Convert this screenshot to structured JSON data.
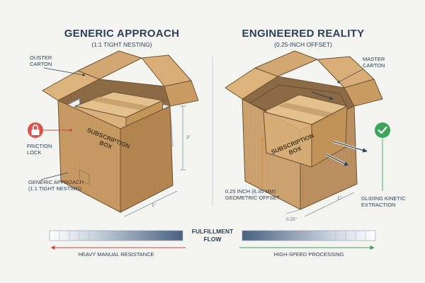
{
  "left": {
    "title": "GENERIC APPROACH",
    "subtitle": "(1:1 TIGHT NESTING)",
    "outer_label": [
      "OUSTER",
      "CARTON"
    ],
    "lock_label": [
      "FRICTION",
      "LOCK"
    ],
    "bottom_label": [
      "GENERIC APPROACH",
      "(1:1 TIGHT NESTING)"
    ],
    "box_label": [
      "SUBSCRIPTION",
      "BOX"
    ],
    "dim_height": "3\"",
    "dim_width": "1\""
  },
  "right": {
    "title": "ENGINEERED REALITY",
    "subtitle": "(0.25-INCH OFFSET)",
    "master_label": [
      "MASTER",
      "CARTON"
    ],
    "offset_label": [
      "0.25 INCH (6.35 MM)",
      "GEOMETRIC OFFSET"
    ],
    "gliding_label": [
      "GLIDING KINETIC",
      "EXTRACTION"
    ],
    "box_label": [
      "SUBSCRIPTION",
      "BOX"
    ],
    "dim_offset": "0.25\"",
    "dim_width": "1\""
  },
  "flow": {
    "label": [
      "FULFILLMENT",
      "FLOW"
    ],
    "left_caption": "HEAVY MANUAL RESISTANCE",
    "right_caption": "HIGH-SPEED PROCESSING"
  },
  "colors": {
    "carton_front": "#c89a63",
    "carton_side": "#b5854f",
    "carton_top": "#dcb27b",
    "ink": "#2c3e57",
    "lock_red": "#d9534f",
    "check_green": "#3aa65a",
    "arrow_red": "#c9473f",
    "arrow_green": "#3f9a59"
  },
  "icons": {
    "lock": "padlock-icon",
    "check": "checkmark-icon"
  }
}
